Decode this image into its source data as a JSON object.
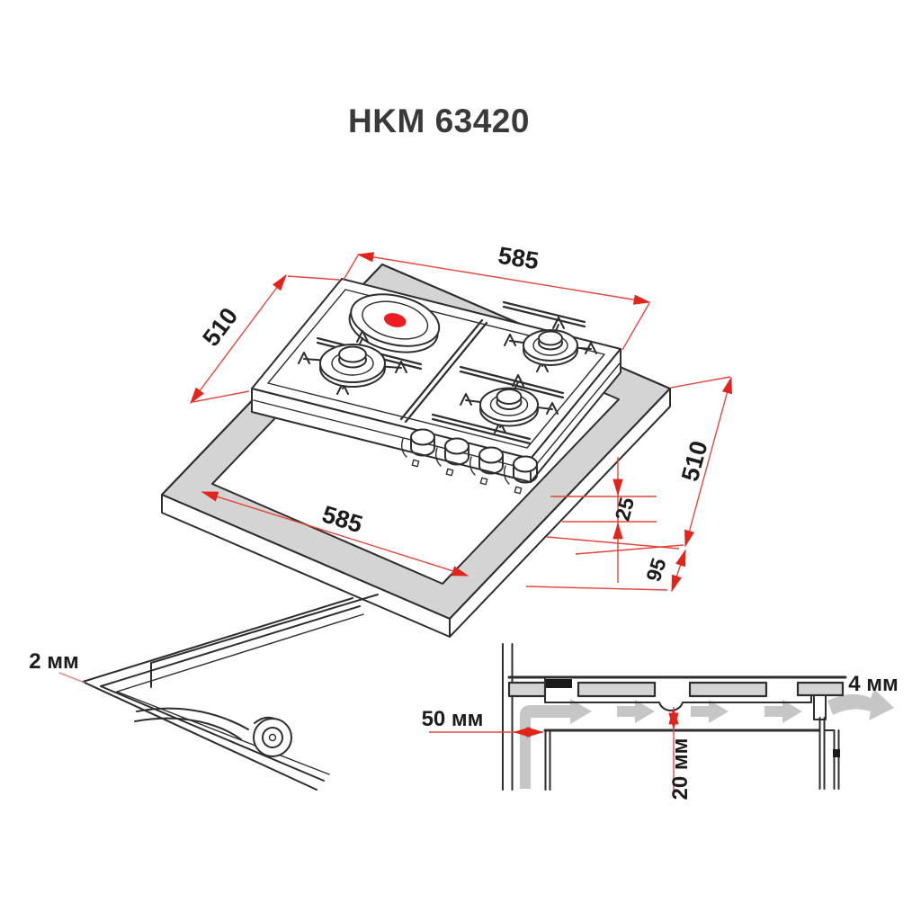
{
  "header": {
    "title": "HKM 63420"
  },
  "colors": {
    "background": "#ffffff",
    "line": "#2e2e2e",
    "dimension_red": "#e1251b",
    "hotplate_red": "#ed1c24",
    "countertop_gray": "#d4d4d4",
    "airflow_gray": "#c6c6c6"
  },
  "main_diagram": {
    "description": "Isometric view of 4-zone hob floating above countertop with cutout",
    "dims": {
      "top_width": "585",
      "left_depth": "510",
      "cutout_width": "585",
      "right_depth": "510",
      "hob_gap": "25",
      "corner_clearance": "95"
    },
    "burners": [
      {
        "name": "electric-hotplate",
        "position": "rear-left"
      },
      {
        "name": "gas-burner",
        "position": "rear-right"
      },
      {
        "name": "gas-burner",
        "position": "left"
      },
      {
        "name": "gas-burner",
        "position": "front-right"
      }
    ],
    "knob_count": 4
  },
  "seal_detail": {
    "description": "Corner of hob rim with rolled sealing strip",
    "thickness": "2 мм"
  },
  "install_detail": {
    "description": "Installation cross-section with ventilation airflow",
    "wall_clearance": "50 мм",
    "bottom_clearance": "20 мм",
    "vent_gap": "4 мм"
  }
}
